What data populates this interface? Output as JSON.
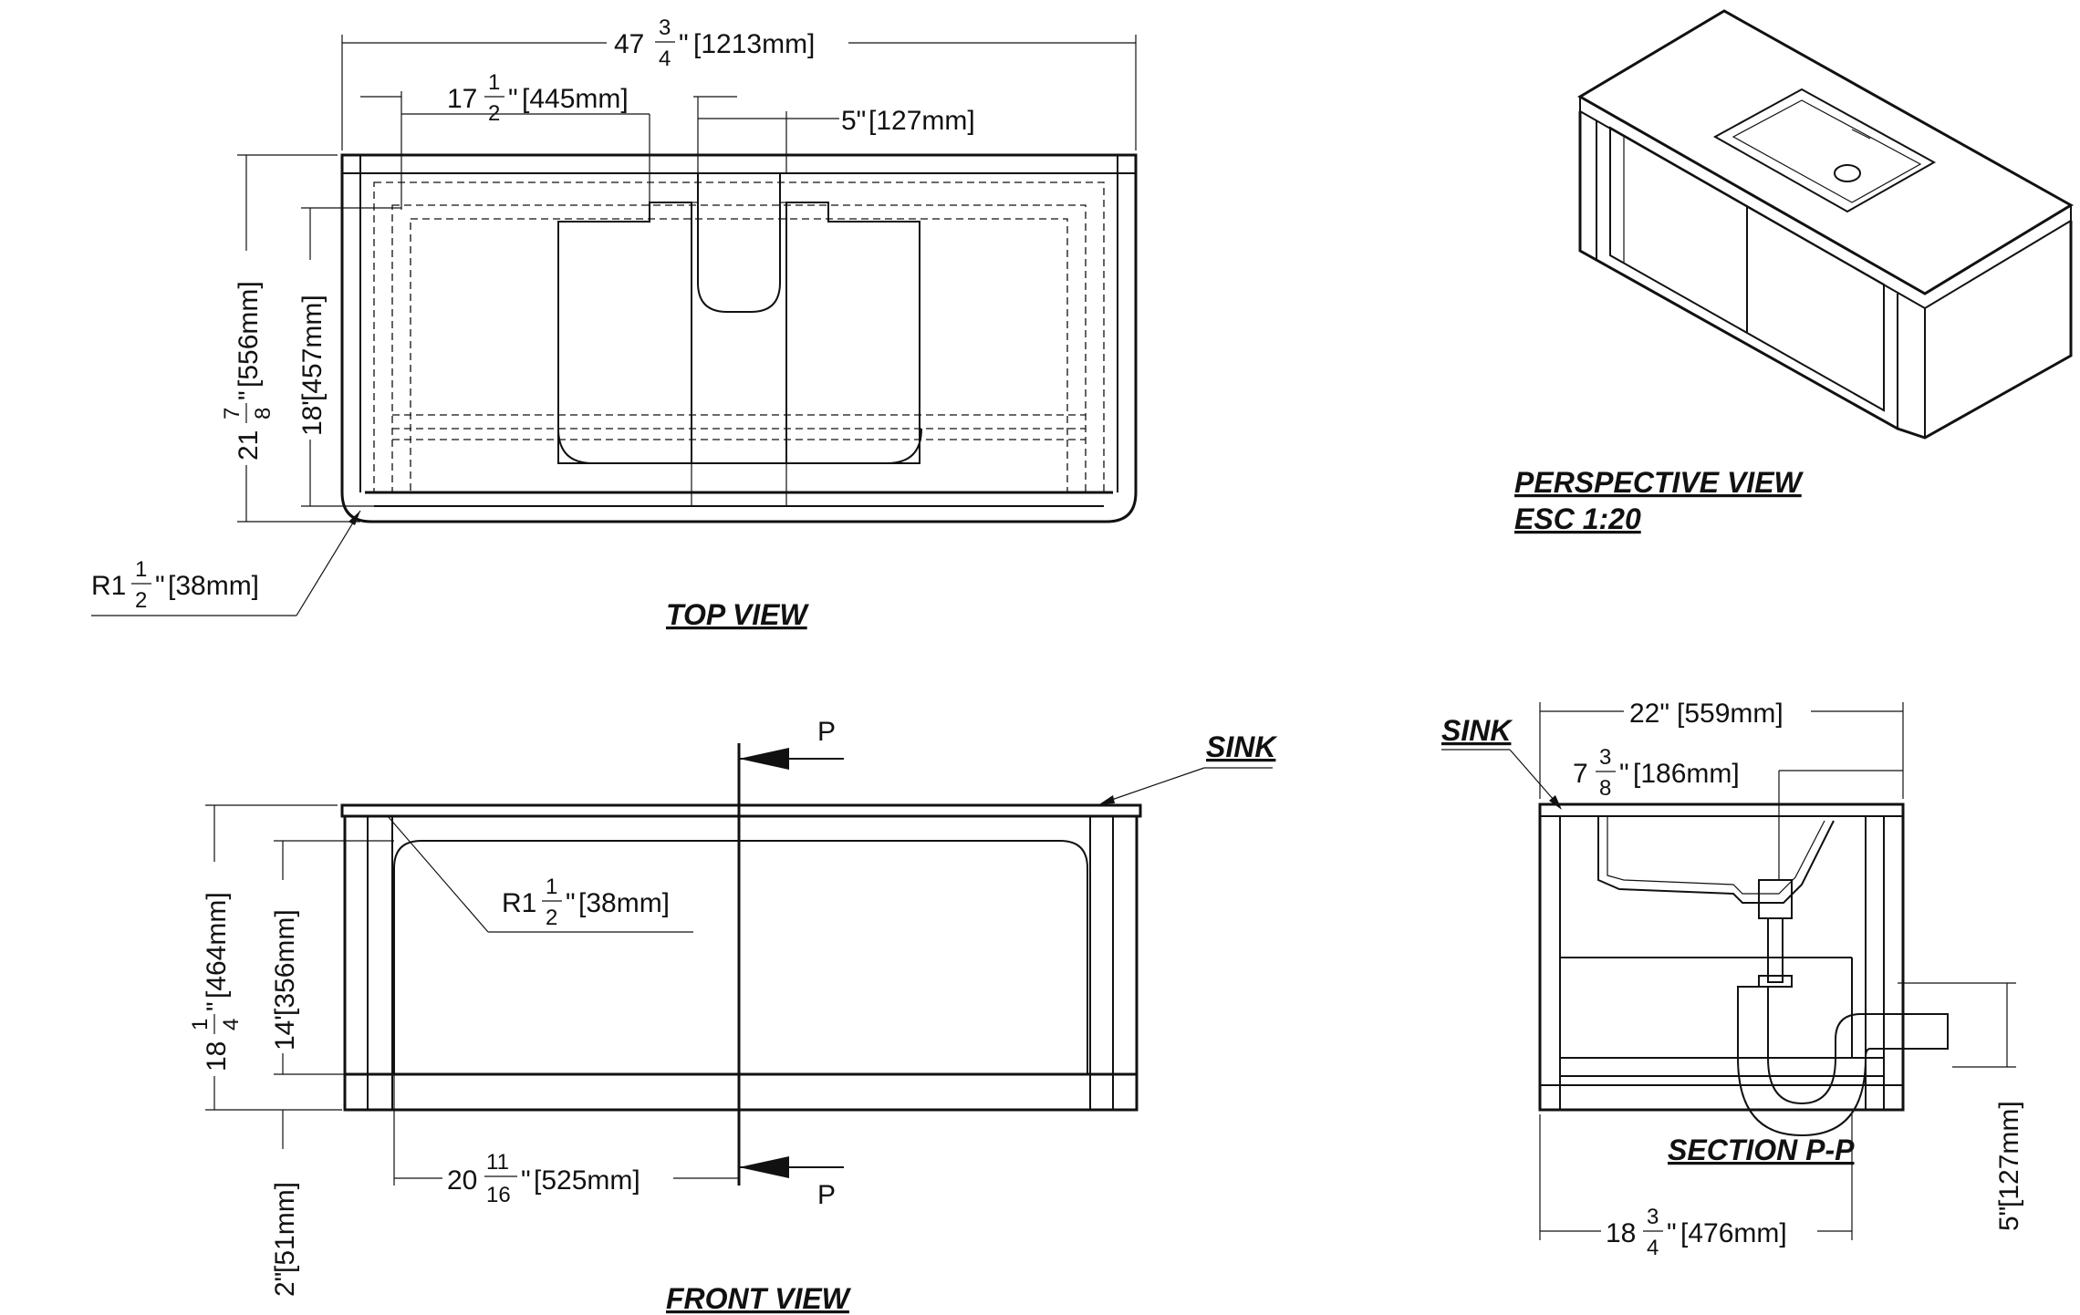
{
  "views": {
    "top": {
      "title": "TOP VIEW"
    },
    "perspective": {
      "title": "PERSPECTIVE VIEW",
      "scale": "ESC 1:20"
    },
    "front": {
      "title": "FRONT VIEW"
    },
    "section": {
      "title": "SECTION P-P"
    }
  },
  "labels": {
    "sink_front": "SINK",
    "sink_section": "SINK",
    "section_marker_top": "P",
    "section_marker_bottom": "P"
  },
  "dimensions": {
    "top_overall_width": {
      "whole": "47",
      "num": "3",
      "den": "4",
      "mm": "[1213mm]"
    },
    "top_bowl_offset": {
      "whole": "17",
      "num": "1",
      "den": "2",
      "mm": "[445mm]"
    },
    "top_center_gap": {
      "text": "5\"",
      "mm": "[127mm]"
    },
    "top_depth": {
      "whole": "21",
      "num": "7",
      "den": "8",
      "mm": "[556mm]"
    },
    "top_inner_depth": {
      "text": "18\"",
      "mm": "[457mm]"
    },
    "top_radius": {
      "whole": "R1",
      "num": "1",
      "den": "2",
      "mm": "[38mm]"
    },
    "front_height": {
      "whole": "18",
      "num": "1",
      "den": "4",
      "mm": "[464mm]"
    },
    "front_drawer_height": {
      "text": "14\"",
      "mm": "[356mm]"
    },
    "front_plinth": {
      "text": "2\"",
      "mm": "[51mm]"
    },
    "front_radius": {
      "whole": "R1",
      "num": "1",
      "den": "2",
      "mm": "[38mm]"
    },
    "front_half_width": {
      "whole": "20",
      "num": "11",
      "den": "16",
      "mm": "[525mm]"
    },
    "section_depth": {
      "text": "22\"",
      "mm": "[559mm]"
    },
    "section_drain_offset": {
      "whole": "7",
      "num": "3",
      "den": "8",
      "mm": "[186mm]"
    },
    "section_inner_depth": {
      "whole": "18",
      "num": "3",
      "den": "4",
      "mm": "[476mm]"
    },
    "section_trap_height": {
      "text": "5\"",
      "mm": "[127mm]"
    }
  }
}
